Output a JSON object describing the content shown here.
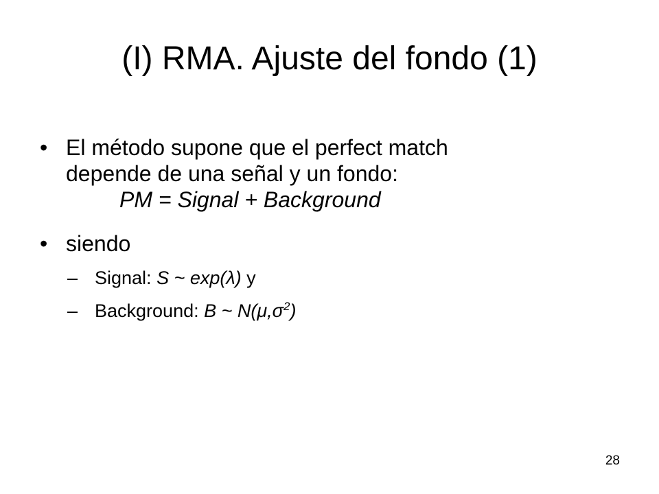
{
  "slide": {
    "title": "(I) RMA. Ajuste del fondo (1)",
    "bullets": [
      {
        "marker": "•",
        "lines": [
          "El método supone que el perfect match",
          "depende de una señal  y un fondo:"
        ],
        "formula": "PM = Signal + Background"
      },
      {
        "marker": "•",
        "text": "siendo",
        "subitems": [
          {
            "marker": "–",
            "label": "Signal: ",
            "expr": "S ~ exp(λ)",
            "suffix": " y"
          },
          {
            "marker": "–",
            "label": "Background: ",
            "expr": "B ~ N(μ,σ",
            "exponent": "2",
            "expr_close": ")"
          }
        ]
      }
    ],
    "page_number": "28"
  }
}
